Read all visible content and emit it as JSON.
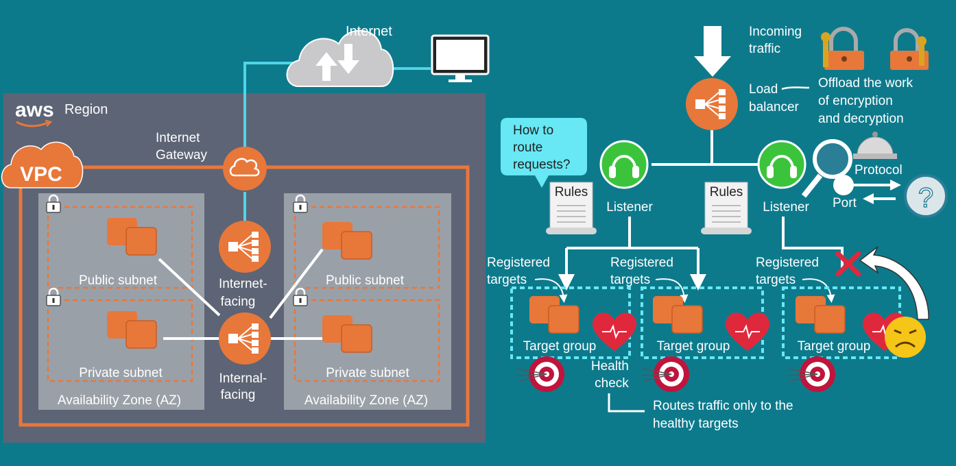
{
  "colors": {
    "background": "#0d7a8c",
    "region_panel": "#5d6475",
    "az_panel": "#9aa0a8",
    "aws_orange": "#e8773a",
    "connector_cyan": "#4fd6e8",
    "listener_green": "#3bc43b",
    "heart_red": "#e0283c",
    "target_red": "#c0143c",
    "face_yellow": "#f5c518"
  },
  "left": {
    "aws_logo": "aws",
    "region_label": "Region",
    "internet_label": "Internet",
    "gateway_label": "Internet\nGateway",
    "vpc_label": "VPC",
    "internet_facing_label": "Internet-\nfacing",
    "internal_facing_label": "Internal-\nfacing",
    "public_subnet_label": "Public subnet",
    "private_subnet_label": "Private subnet",
    "az_label": "Availability Zone (AZ)",
    "icons": [
      "cloud-icon",
      "monitor-icon",
      "aws-logo-icon",
      "lock-icon",
      "instances-icon",
      "load-balancer-icon",
      "gateway-cloud-icon"
    ]
  },
  "right": {
    "incoming_label": "Incoming\ntraffic",
    "load_balancer_label": "Load\nbalancer",
    "offload_label": "Offload the work\nof encryption\nand decryption",
    "question_bubble": "How to\nroute\nrequests?",
    "rules_label": "Rules",
    "listener_label": "Listener",
    "protocol_label": "Protocol",
    "port_label": "Port",
    "question_mark": "?",
    "registered_targets_label": "Registered\ntargets",
    "target_group_label": "Target group",
    "health_check_label": "Health\ncheck",
    "routes_label": "Routes traffic only to the\nhealthy targets",
    "icons": [
      "arrow-down-icon",
      "lock-icon",
      "headphones-icon",
      "document-icon",
      "magnifier-icon",
      "bell-icon",
      "heart-icon",
      "target-icon",
      "sad-face-icon",
      "x-icon"
    ]
  }
}
